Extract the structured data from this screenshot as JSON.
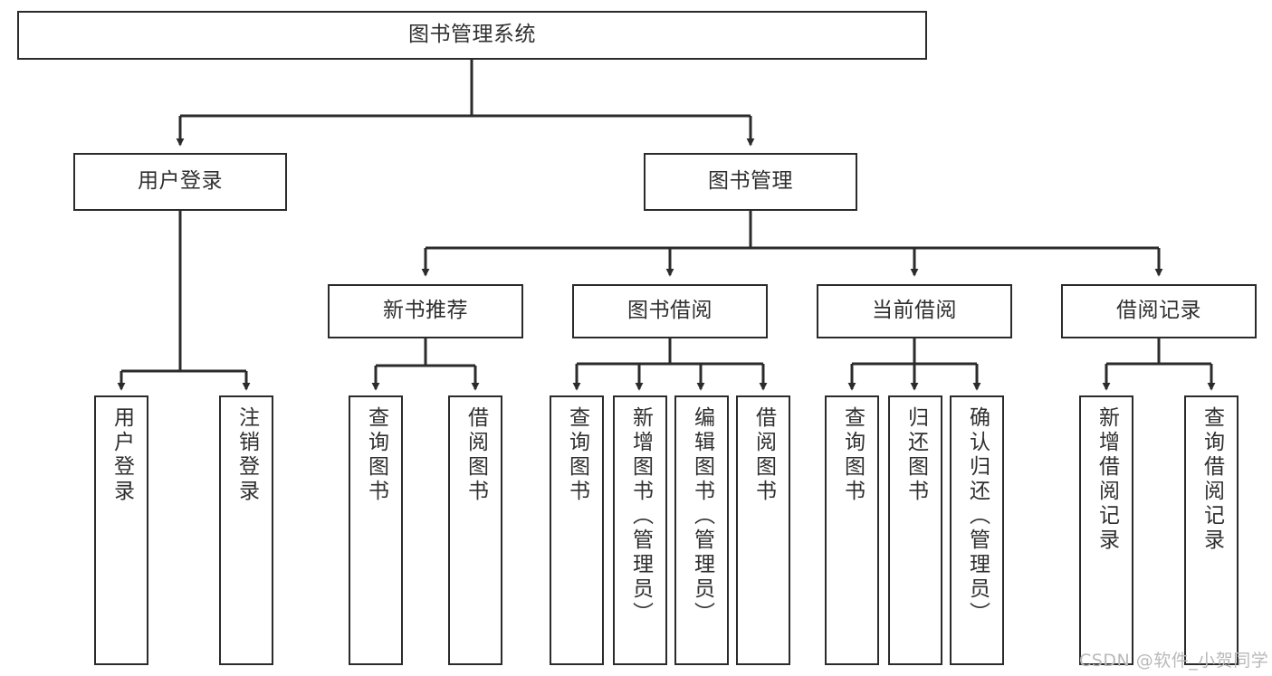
{
  "diagram": {
    "title": "图书管理系统",
    "type": "tree-hierarchy-diagram",
    "stroke_color": "#2b2b2b",
    "text_color": "#2f2f2f",
    "background_color": "#ffffff"
  },
  "nodes": {
    "root": {
      "label": "图书管理系统"
    },
    "level2": [
      {
        "label": "用户登录"
      },
      {
        "label": "图书管理"
      }
    ],
    "level3": [
      {
        "label": "新书推荐"
      },
      {
        "label": "图书借阅"
      },
      {
        "label": "当前借阅"
      },
      {
        "label": "借阅记录"
      }
    ],
    "leaves": {
      "user_login": [
        {
          "label": "用户登录"
        },
        {
          "label": "注销登录"
        }
      ],
      "new_book_recommend": [
        {
          "label": "查询图书"
        },
        {
          "label": "借阅图书"
        }
      ],
      "book_borrow": [
        {
          "label": "查询图书"
        },
        {
          "label": "新增图书（管理员）"
        },
        {
          "label": "编辑图书（管理员）"
        },
        {
          "label": "借阅图书"
        }
      ],
      "current_borrow": [
        {
          "label": "查询图书"
        },
        {
          "label": "归还图书"
        },
        {
          "label": "确认归还（管理员）"
        }
      ],
      "borrow_record": [
        {
          "label": "新增借阅记录"
        },
        {
          "label": "查询借阅记录"
        }
      ]
    }
  },
  "watermark": {
    "text": "CSDN @软件_小贺同学"
  }
}
